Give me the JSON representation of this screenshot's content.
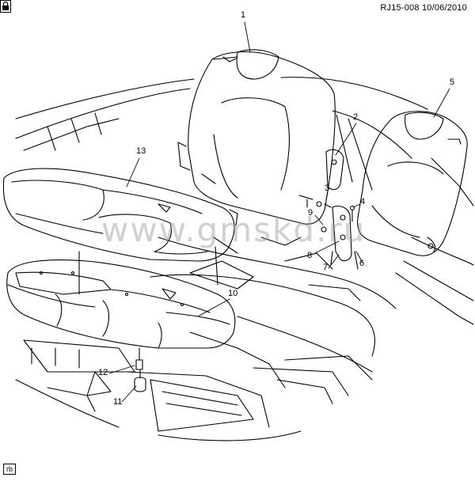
{
  "diagram": {
    "ref_code": "RJ15-008  10/06/2010",
    "corner_tag": "rb",
    "watermark": "www.gmskd.ru",
    "callouts": [
      "1",
      "2",
      "3",
      "4",
      "5",
      "6",
      "7",
      "8",
      "9",
      "10",
      "11",
      "12",
      "13"
    ]
  },
  "icons": {
    "corner_icon": "lock-icon"
  }
}
